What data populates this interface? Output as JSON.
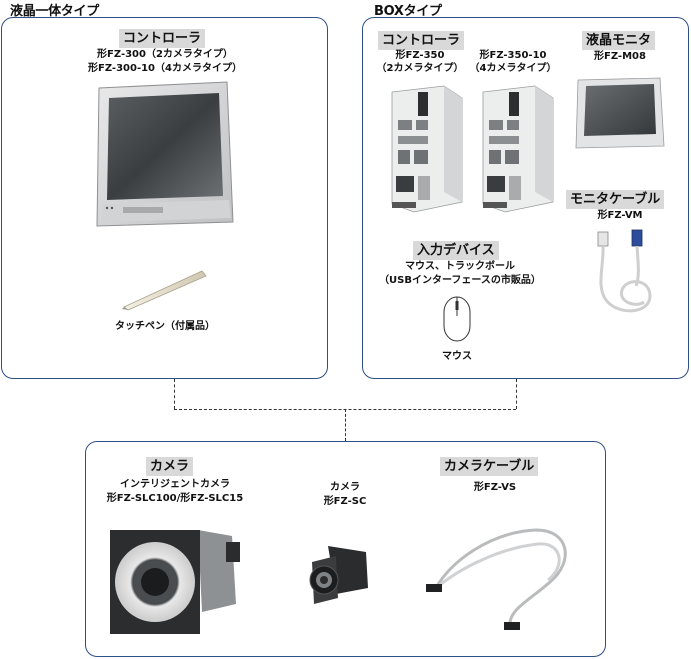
{
  "lcd_integrated": {
    "title": "液晶一体タイプ",
    "controller": {
      "header": "コントローラ",
      "model1": "形FZ-300（2カメラタイプ）",
      "model2": "形FZ-300-10（4カメラタイプ）"
    },
    "touch_pen": "タッチペン（付属品）"
  },
  "box_type": {
    "title": "BOXタイプ",
    "controller": {
      "header": "コントローラ",
      "model_a": "形FZ-350",
      "model_a_sub": "（2カメラタイプ）",
      "model_b": "形FZ-350-10",
      "model_b_sub": "（4カメラタイプ）"
    },
    "monitor": {
      "header": "液晶モニタ",
      "model": "形FZ-M08"
    },
    "monitor_cable": {
      "header": "モニタケーブル",
      "model": "形FZ-VM"
    },
    "input_device": {
      "header": "入力デバイス",
      "desc1": "マウス、トラックボール",
      "desc2": "（USBインターフェースの市販品）",
      "mouse": "マウス"
    }
  },
  "camera_section": {
    "camera": {
      "header": "カメラ",
      "desc": "インテリジェントカメラ",
      "models": "形FZ-SLC100/形FZ-SLC15"
    },
    "camera_sc": {
      "name": "カメラ",
      "model": "形FZ-SC"
    },
    "camera_cable": {
      "header": "カメラケーブル",
      "model": "形FZ-VS"
    }
  },
  "colors": {
    "panel_border": "#2f4f86",
    "header_bg": "#d9d9d9"
  }
}
